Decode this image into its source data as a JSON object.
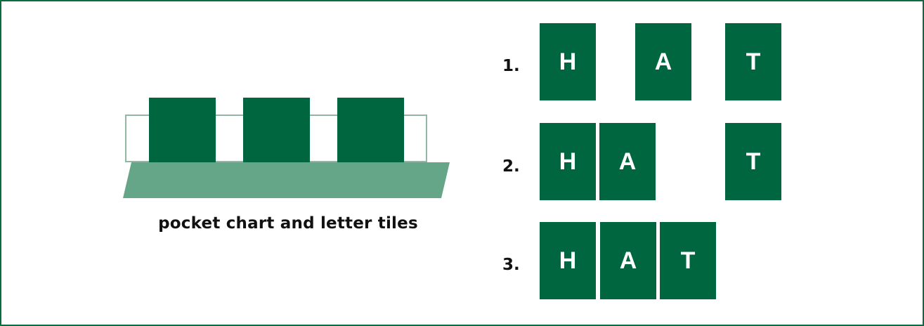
{
  "caption": "pocket chart and letter tiles",
  "colors": {
    "tile": "#006640",
    "pocket_base": "#65a689",
    "pocket_outline": "#8fb7a4",
    "frame": "#0a6a42"
  },
  "steps": [
    {
      "number": "1.",
      "tiles": [
        "H",
        "A",
        "T"
      ]
    },
    {
      "number": "2.",
      "tiles": [
        "H",
        "A",
        "T"
      ]
    },
    {
      "number": "3.",
      "tiles": [
        "H",
        "A",
        "T"
      ]
    }
  ]
}
